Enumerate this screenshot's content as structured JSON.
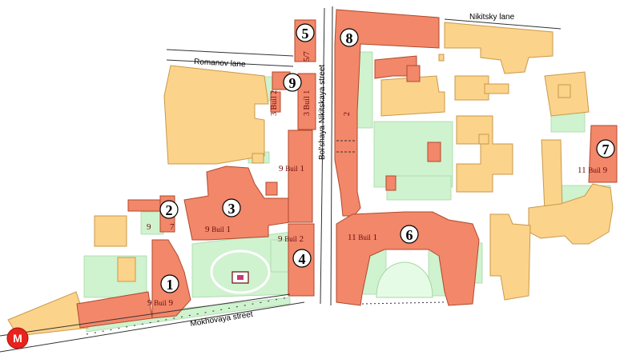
{
  "streets": {
    "nikitsky": "Nikitsky lane",
    "romanov": "Romanov lane",
    "bolshaya": "Bol'shaya Nikitskaya street",
    "mokhovaya": "Mokhovaya street"
  },
  "metro": {
    "letter": "M",
    "color": "#e8221c"
  },
  "markers": [
    "1",
    "2",
    "3",
    "4",
    "5",
    "6",
    "7",
    "8",
    "9"
  ],
  "addresses": {
    "a1_num": "9",
    "a1_buil": "Buil",
    "a1_n": "9",
    "a2": "9",
    "a2b": "7",
    "a3_num": "9",
    "a3_buil": "Buil",
    "a3_n": "1",
    "ab1_num": "9",
    "ab1_buil": "Buil",
    "ab1_n": "1",
    "ab2_num": "9",
    "ab2_buil": "Buil",
    "ab2_n": "2",
    "a5": "5/7",
    "a8": "2",
    "a9a": "3 Buil 2",
    "a9b": "3 Buil 1",
    "a6_num": "11",
    "a6_buil": "Buil",
    "a6_n": "1",
    "a7_num": "11",
    "a7_buil": "Buil",
    "a7_n": "9"
  },
  "colors": {
    "university": "#f2876a",
    "other": "#fcd38a",
    "green": "#cff2cf"
  }
}
